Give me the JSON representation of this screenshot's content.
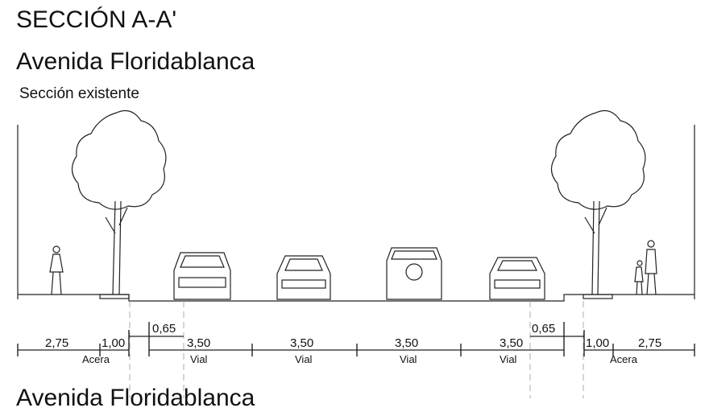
{
  "title": "SECCIÓN A-A'",
  "subtitle": "Avenida Floridablanca",
  "section_label": "Sección existente",
  "next_heading": "Avenida Floridablanca",
  "dimensions": [
    {
      "value": "2,75"
    },
    {
      "value": "1,00"
    },
    {
      "value": "0,65"
    },
    {
      "value": "3,50"
    },
    {
      "value": "3,50"
    },
    {
      "value": "3,50"
    },
    {
      "value": "3,50"
    },
    {
      "value": "0,65"
    },
    {
      "value": "1,00"
    },
    {
      "value": "2,75"
    }
  ],
  "zone_labels": [
    "Acera",
    "Vial",
    "Vial",
    "Vial",
    "Vial",
    "Acera"
  ]
}
